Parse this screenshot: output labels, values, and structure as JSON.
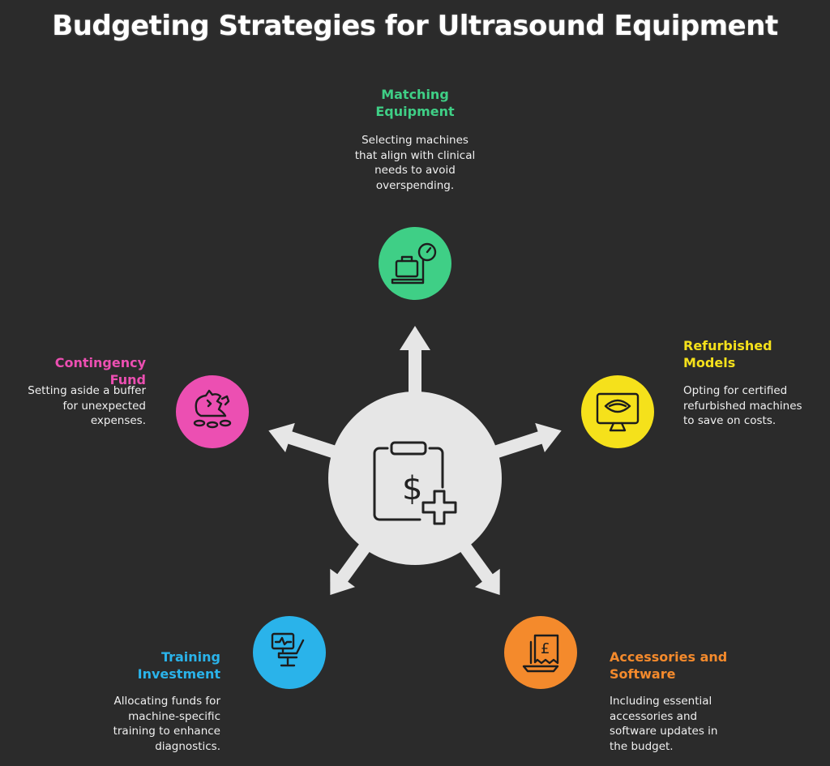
{
  "title": "Budgeting Strategies for Ultrasound Equipment",
  "hub": {
    "icon": "clipboard-dollar-plus-icon",
    "color": "#e6e6e6"
  },
  "nodes": [
    {
      "id": "matching",
      "heading": "Matching Equipment",
      "description": "Selecting machines that align with clinical needs to avoid overspending.",
      "color": "#3fcf86",
      "icon": "luggage-scale-icon"
    },
    {
      "id": "refurbished",
      "heading": "Refurbished Models",
      "description": "Opting for certified refurbished machines to save on costs.",
      "color": "#f5e11b",
      "icon": "ultrasound-monitor-icon"
    },
    {
      "id": "accessories",
      "heading": "Accessories and Software",
      "description": "Including essential accessories and software updates in the budget.",
      "color": "#f48a2c",
      "icon": "pound-receipt-laptop-icon"
    },
    {
      "id": "training",
      "heading": "Training Investment",
      "description": "Allocating funds for machine-specific training to enhance diagnostics.",
      "color": "#2ab3ea",
      "icon": "exam-chair-monitor-icon"
    },
    {
      "id": "contingency",
      "heading": "Contingency Fund",
      "description": "Setting aside a buffer for unexpected expenses.",
      "color": "#ec4fb2",
      "icon": "broken-piggy-bank-icon"
    }
  ]
}
